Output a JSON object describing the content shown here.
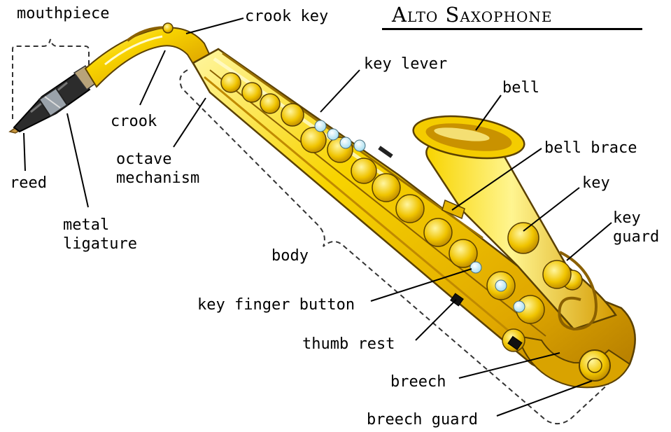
{
  "title": "Alto Saxophone",
  "labels": {
    "mouthpiece": "mouthpiece",
    "crook_key": "crook key",
    "key_lever": "key lever",
    "bell": "bell",
    "crook": "crook",
    "octave_mechanism": "octave\nmechanism",
    "bell_brace": "bell brace",
    "reed": "reed",
    "key": "key",
    "key_guard": "key\nguard",
    "metal_ligature": "metal\nligature",
    "body": "body",
    "key_finger_button": "key finger button",
    "thumb_rest": "thumb rest",
    "breech": "breech",
    "breech_guard": "breech guard"
  },
  "colors": {
    "brass_light": "#fff27a",
    "brass": "#f2c200",
    "brass_dark": "#c08a00",
    "outline": "#3a2a00",
    "mouthpiece": "#2c2c2c",
    "pad": "#c8f0ff",
    "reed": "#c89640"
  }
}
